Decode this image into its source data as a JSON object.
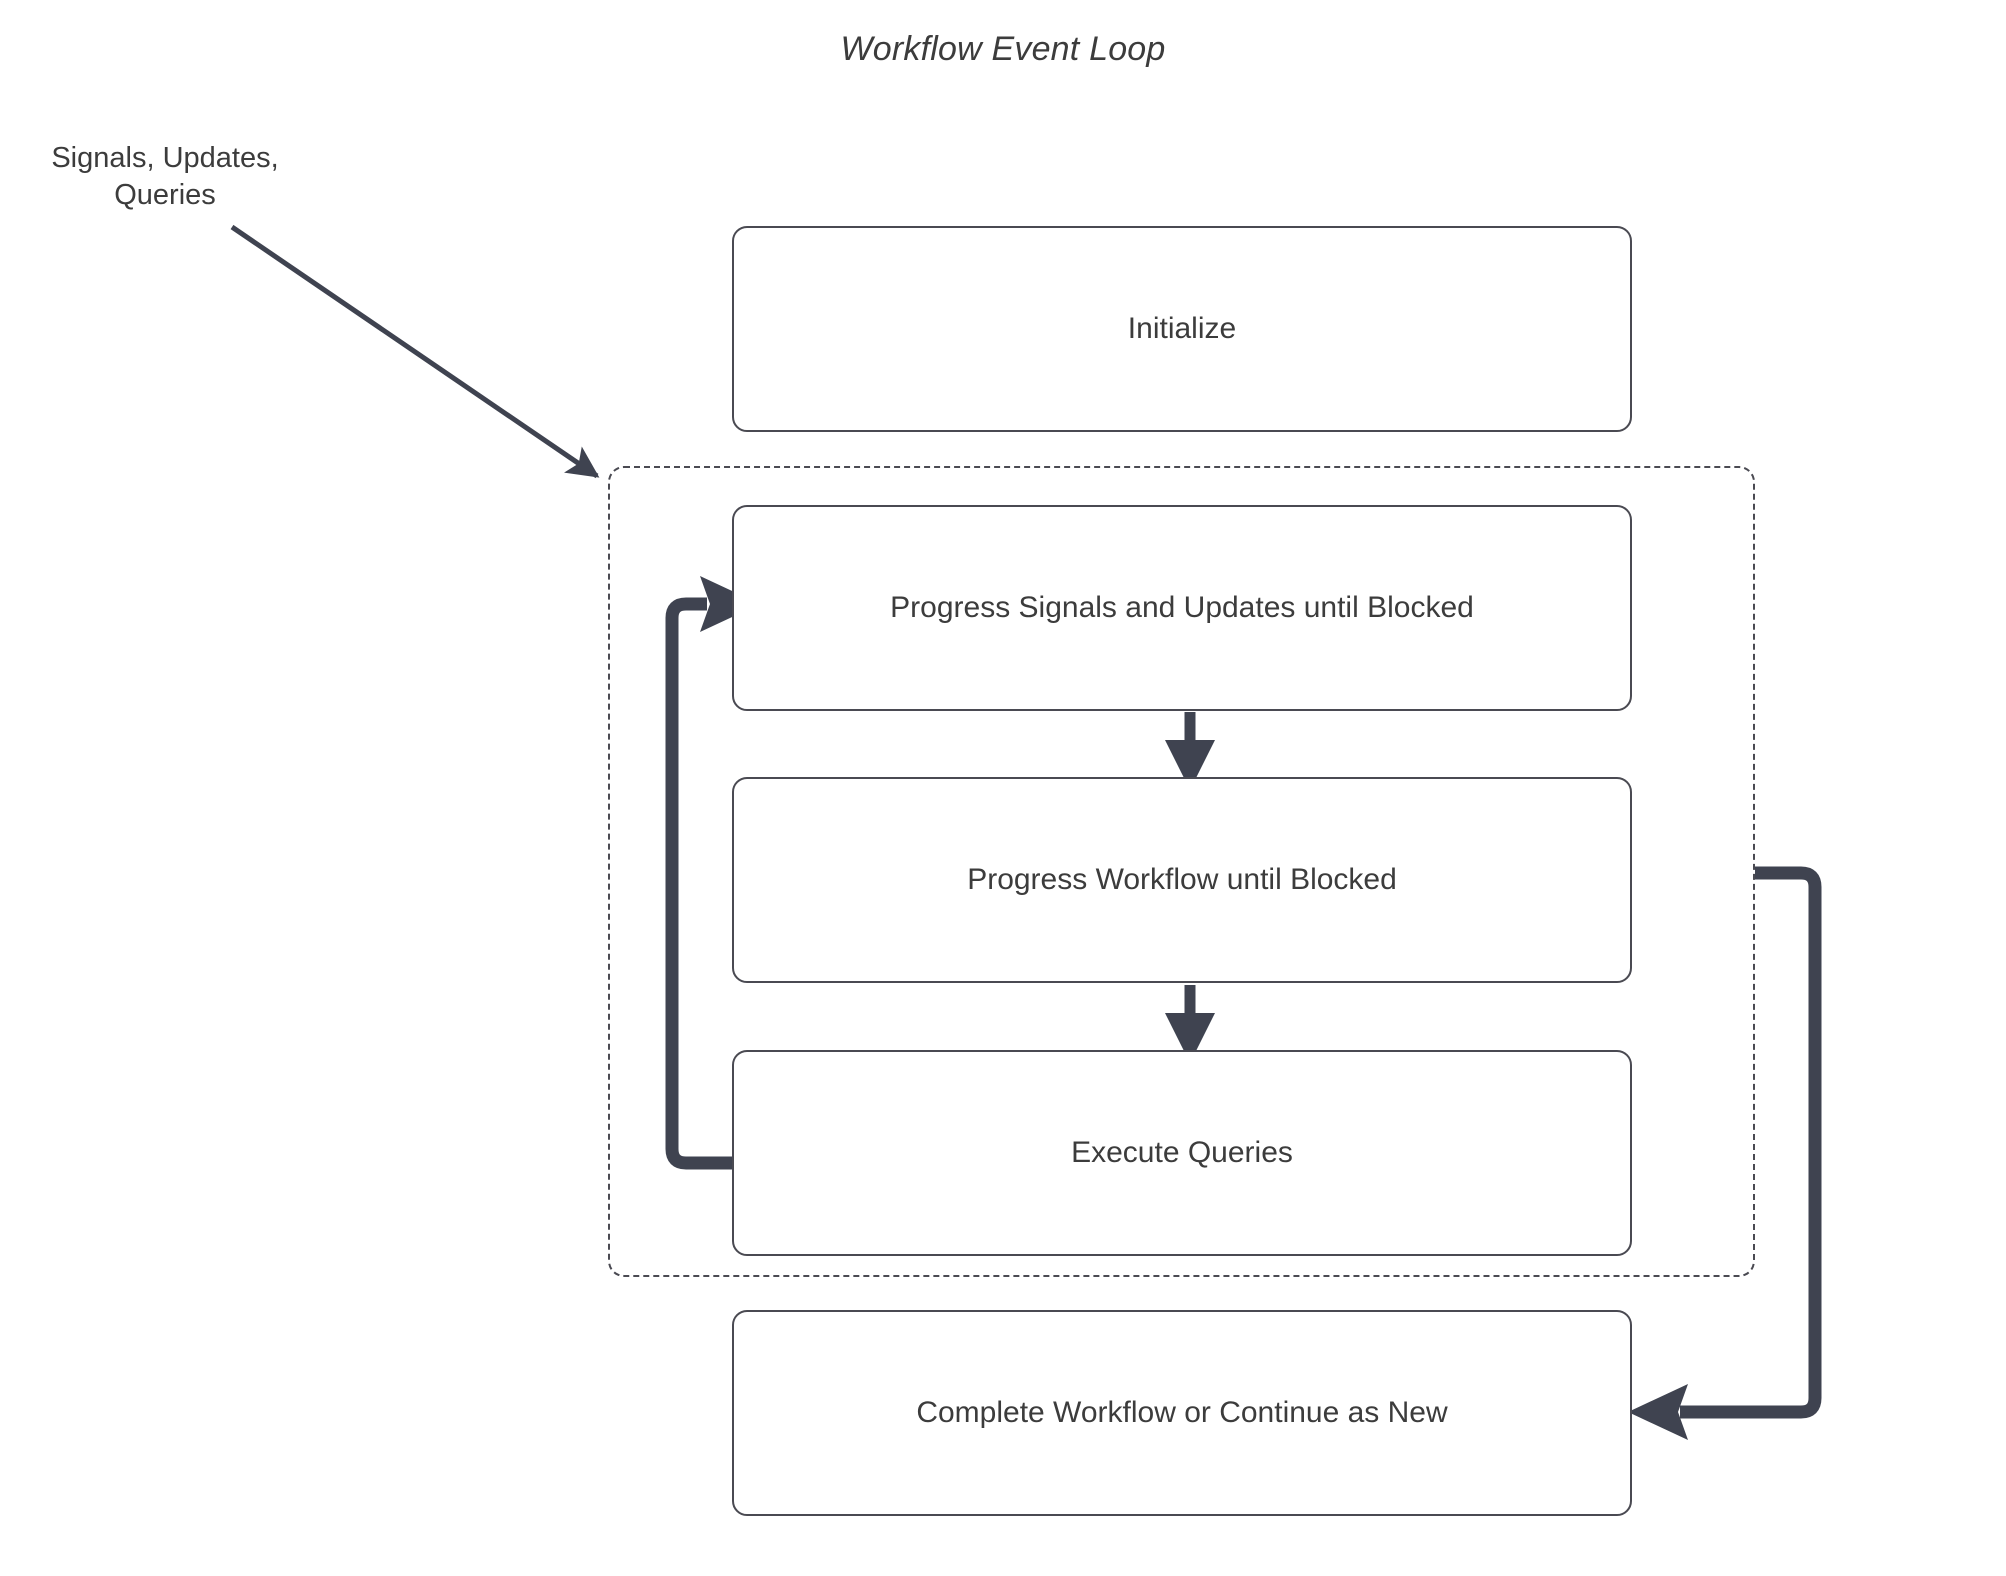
{
  "diagram": {
    "title": "Workflow Event Loop",
    "type": "flowchart",
    "orientation": "top-to-bottom",
    "background_color": "#ffffff",
    "node_border_color": "#4a4a52",
    "node_fill_color": "#ffffff",
    "connector_color": "#3f4350",
    "text_color": "#3c3c3c"
  },
  "external_labels": [
    {
      "id": "inbound-label",
      "lines": [
        "Signals, Updates,",
        "Queries"
      ],
      "line1": "Signals, Updates,",
      "line2": "Queries"
    }
  ],
  "loop_container": {
    "id": "event-loop-group",
    "style": "dashed",
    "label": ""
  },
  "nodes": [
    {
      "id": "initialize",
      "label": "Initialize"
    },
    {
      "id": "progress-signals",
      "label": "Progress Signals and Updates until Blocked"
    },
    {
      "id": "progress-workflow",
      "label": "Progress Workflow until Blocked"
    },
    {
      "id": "execute-queries",
      "label": "Execute Queries"
    },
    {
      "id": "complete-workflow",
      "label": "Complete Workflow or Continue as New"
    }
  ],
  "edges": [
    {
      "id": "inbound-edge",
      "from": "inbound-label",
      "to": "event-loop-group",
      "label": "",
      "style": "thin-diagonal-arrow"
    },
    {
      "id": "edge-1",
      "from": "progress-signals",
      "to": "progress-workflow",
      "label": "",
      "style": "arrow-down"
    },
    {
      "id": "edge-2",
      "from": "progress-workflow",
      "to": "execute-queries",
      "label": "",
      "style": "arrow-down"
    },
    {
      "id": "loop-back-edge",
      "from": "execute-queries",
      "to": "progress-signals",
      "label": "",
      "style": "thick-elbow-arrow-left-up"
    },
    {
      "id": "exit-edge",
      "from": "event-loop-group",
      "to": "complete-workflow",
      "label": "",
      "style": "thick-elbow-arrow-right-down"
    }
  ]
}
